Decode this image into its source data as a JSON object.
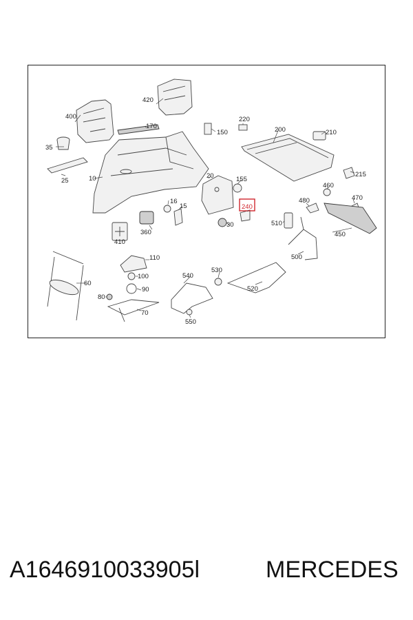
{
  "diagram": {
    "labels": {
      "p10": "10",
      "p15": "15",
      "p16": "16",
      "p20": "20",
      "p25": "25",
      "p30": "30",
      "p35": "35",
      "p60": "60",
      "p70": "70",
      "p80": "80",
      "p90": "90",
      "p100": "100",
      "p110": "110",
      "p150": "150",
      "p155": "155",
      "p170": "170",
      "p200": "200",
      "p210": "210",
      "p215": "215",
      "p220": "220",
      "p240": "240",
      "p360": "360",
      "p400": "400",
      "p410": "410",
      "p420": "420",
      "p450": "450",
      "p460": "460",
      "p470": "470",
      "p480": "480",
      "p500": "500",
      "p510": "510",
      "p520": "520",
      "p530": "530",
      "p540": "540",
      "p550": "550"
    },
    "highlighted_label": "240",
    "highlight_color": "#d0262e"
  },
  "caption": {
    "part_number": "A1646910033905l",
    "brand": "MERCEDES"
  }
}
